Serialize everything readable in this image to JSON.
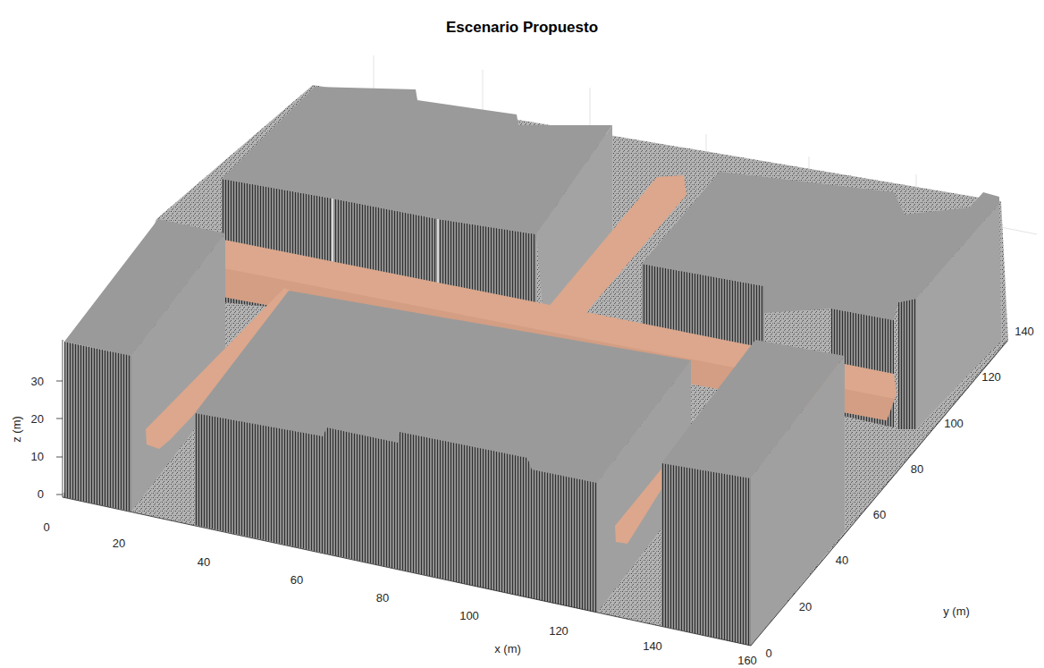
{
  "diagram": {
    "title": "Escenario Propuesto",
    "labels": [
      "z (m)",
      "0",
      "10",
      "20",
      "30",
      "0",
      "20",
      "40",
      "60",
      "80",
      "100",
      "120",
      "140",
      "160",
      "x (m)",
      "0",
      "20",
      "40",
      "60",
      "80",
      "100",
      "120",
      "140",
      "y (m)"
    ]
  }
}
